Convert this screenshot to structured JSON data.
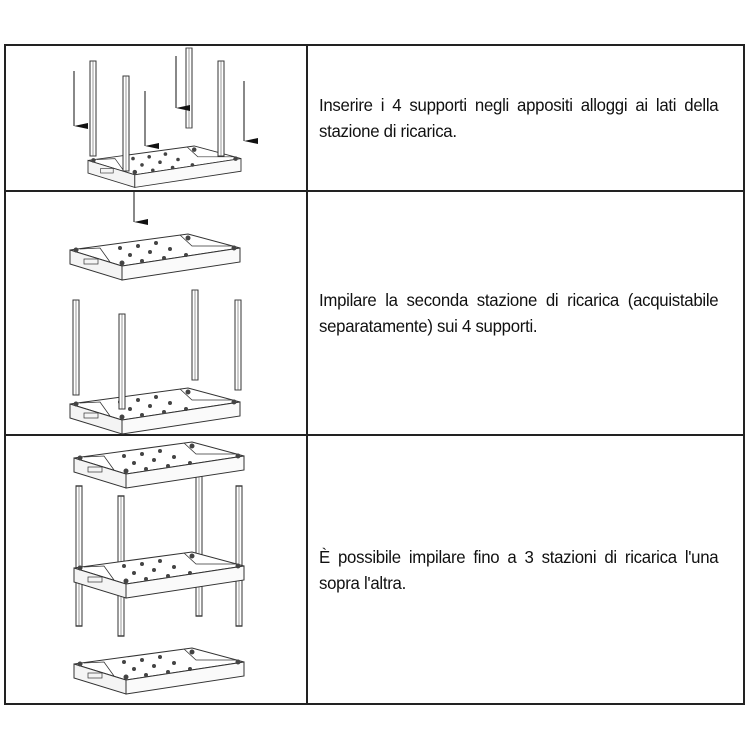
{
  "steps": [
    {
      "text": "Inserire i 4 supporti negli appositi alloggi ai lati della stazione di ricarica."
    },
    {
      "text": "Impilare la seconda stazione di ricarica (acquistabile separatamente) sui 4 supporti."
    },
    {
      "text": "È possibile impilare fino a 3 stazioni di ricarica l'una sopra l'altra."
    }
  ]
}
